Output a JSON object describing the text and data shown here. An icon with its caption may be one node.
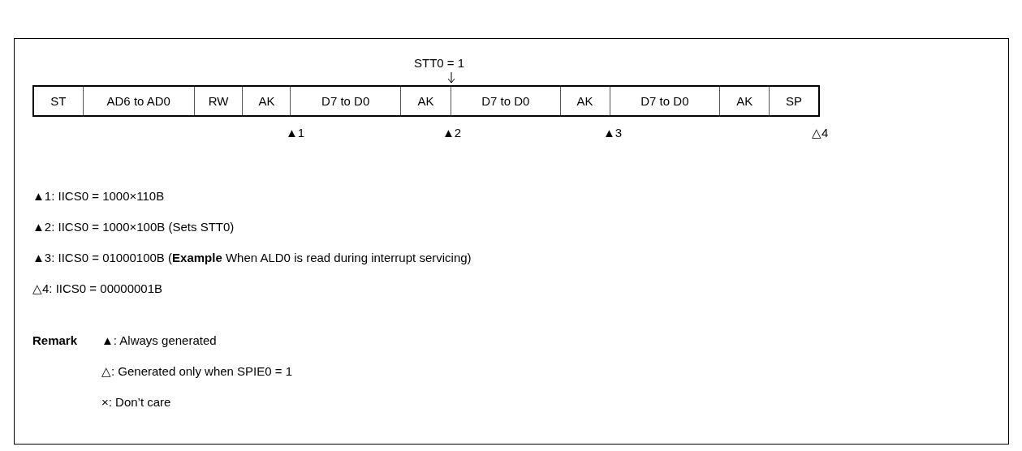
{
  "diagram": {
    "nodes": [
      {
        "text": [
          "ST"
        ]
      },
      {
        "text": [
          "AD6 to AD0"
        ]
      },
      {
        "text": [
          "RW"
        ]
      },
      {
        "text": [
          "AK"
        ]
      },
      {
        "text": [
          "D7 to D0"
        ]
      },
      {
        "text": [
          "AK"
        ]
      },
      {
        "text": [
          "D7 to D0"
        ]
      },
      {
        "text": [
          "AK"
        ]
      },
      {
        "text": [
          "D7 to D0"
        ]
      },
      {
        "text": [
          "AK"
        ]
      },
      {
        "text": [
          "SP"
        ]
      }
    ],
    "labels": [
      "STT0 = 1",
      "▲1",
      "▲2",
      "▲3",
      "△4",
      "▲1: IICS0 = 1000×110B",
      "▲2: IICS0 = 1000×100B (Sets STT0)",
      "▲3: IICS0 = 01000100B (**Example** When ALD0 is read during interrupt servicing)",
      "△4: IICS0 = 00000001B",
      "Remark",
      "▲: Always generated",
      "△: Generated only when SPIE0 = 1",
      "×: Don’t care"
    ]
  }
}
